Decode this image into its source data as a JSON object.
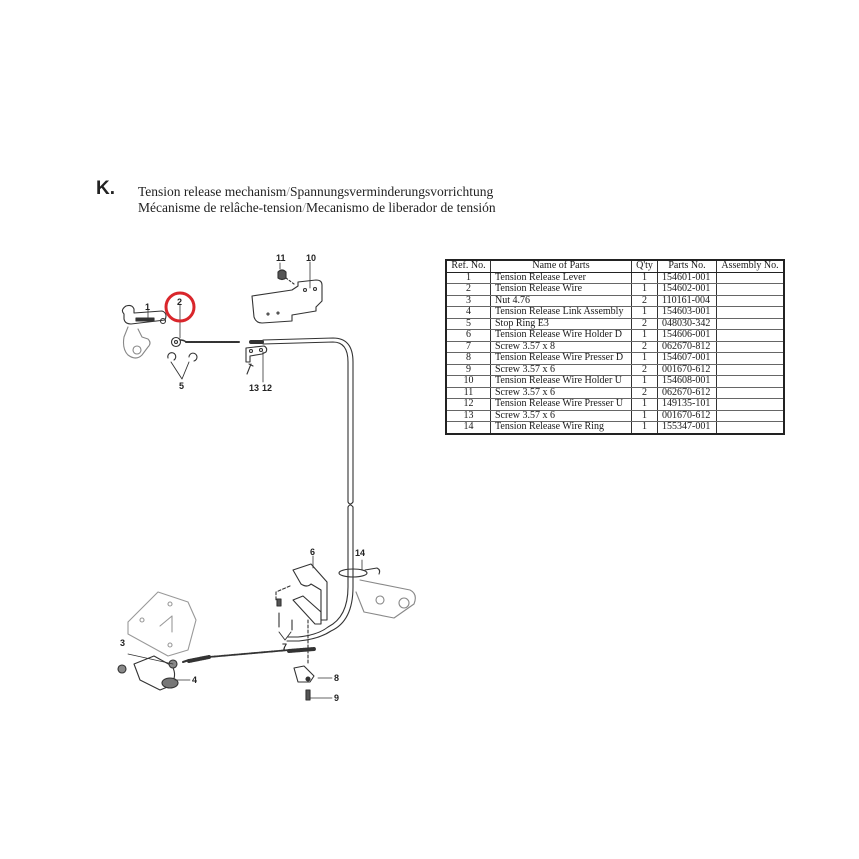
{
  "section": {
    "letter": "K.",
    "title_en": "Tension release mechanism",
    "title_de": "Spannungsverminderungsvorrichtung",
    "title_fr": "Mécanisme de relâche-tension",
    "title_es": "Mecanismo de liberador de tensión",
    "separator": "/"
  },
  "table": {
    "headers": {
      "ref": "Ref. No.",
      "name": "Name of Parts",
      "qty": "Q'ty",
      "parts_no": "Parts No.",
      "assembly_no": "Assembly No."
    },
    "rows": [
      {
        "ref": "1",
        "name": "Tension Release Lever",
        "qty": "1",
        "parts_no": "154601-001",
        "assembly_no": ""
      },
      {
        "ref": "2",
        "name": "Tension Release Wire",
        "qty": "1",
        "parts_no": "154602-001",
        "assembly_no": ""
      },
      {
        "ref": "3",
        "name": "Nut 4.76",
        "qty": "2",
        "parts_no": "110161-004",
        "assembly_no": ""
      },
      {
        "ref": "4",
        "name": "Tension Release Link Assembly",
        "qty": "1",
        "parts_no": "154603-001",
        "assembly_no": ""
      },
      {
        "ref": "5",
        "name": "Stop Ring E3",
        "qty": "2",
        "parts_no": "048030-342",
        "assembly_no": ""
      },
      {
        "ref": "6",
        "name": "Tension Release Wire Holder D",
        "qty": "1",
        "parts_no": "154606-001",
        "assembly_no": ""
      },
      {
        "ref": "7",
        "name": "Screw 3.57 x 8",
        "qty": "2",
        "parts_no": "062670-812",
        "assembly_no": ""
      },
      {
        "ref": "8",
        "name": "Tension Release Wire Presser D",
        "qty": "1",
        "parts_no": "154607-001",
        "assembly_no": ""
      },
      {
        "ref": "9",
        "name": "Screw 3.57 x 6",
        "qty": "2",
        "parts_no": "001670-612",
        "assembly_no": ""
      },
      {
        "ref": "10",
        "name": "Tension Release Wire Holder U",
        "qty": "1",
        "parts_no": "154608-001",
        "assembly_no": ""
      },
      {
        "ref": "11",
        "name": "Screw 3.57 x 6",
        "qty": "2",
        "parts_no": "062670-612",
        "assembly_no": ""
      },
      {
        "ref": "12",
        "name": "Tension Release Wire Presser U",
        "qty": "1",
        "parts_no": "149135-101",
        "assembly_no": ""
      },
      {
        "ref": "13",
        "name": "Screw 3.57 x 6",
        "qty": "1",
        "parts_no": "001670-612",
        "assembly_no": ""
      },
      {
        "ref": "14",
        "name": "Tension Release Wire Ring",
        "qty": "1",
        "parts_no": "155347-001",
        "assembly_no": ""
      }
    ]
  },
  "diagram": {
    "callouts": {
      "c1": "1",
      "c2": "2",
      "c3": "3",
      "c4": "4",
      "c5": "5",
      "c6": "6",
      "c7": "7",
      "c8": "8",
      "c9": "9",
      "c10": "10",
      "c11": "11",
      "c12": "12",
      "c13": "13",
      "c14": "14"
    },
    "highlight": {
      "target": "2",
      "color": "#d9262b"
    }
  }
}
